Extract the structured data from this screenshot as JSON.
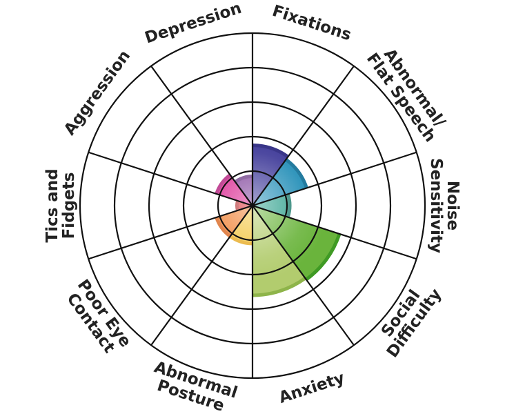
{
  "chart_data": {
    "type": "polar-area",
    "rings": 5,
    "rmax": 5,
    "grid": true,
    "categories": [
      {
        "name": "fixations",
        "lines": [
          "Fixations"
        ],
        "value": 1.7,
        "color": "#3a3596",
        "shade": "#2b2780"
      },
      {
        "name": "abnormal-flat-speech",
        "lines": [
          "Abnormal/",
          "Flat Speech"
        ],
        "value": 1.6,
        "color": "#1d8bb5",
        "shade": "#106f96"
      },
      {
        "name": "noise-sensitivity",
        "lines": [
          "Noise",
          "Sensitivity"
        ],
        "value": 1.03,
        "color": "#2a9e8a",
        "shade": "#1a7a6b"
      },
      {
        "name": "social-difficulty",
        "lines": [
          "Social",
          "Difficulty"
        ],
        "value": 2.6,
        "color": "#6ab43c",
        "shade": "#3f9a24"
      },
      {
        "name": "anxiety",
        "lines": [
          "Anxiety"
        ],
        "value": 2.55,
        "color": "#b2cc6e",
        "shade": "#8eb44a"
      },
      {
        "name": "abnormal-posture",
        "lines": [
          "Abnormal",
          "Posture"
        ],
        "value": 1.05,
        "color": "#f1c43a",
        "shade": "#e6a81d"
      },
      {
        "name": "poor-eye-contact",
        "lines": [
          "Poor Eye",
          "Contact"
        ],
        "value": 1.05,
        "color": "#ee7d2d",
        "shade": "#d8621a"
      },
      {
        "name": "tics-and-fidgets",
        "lines": [
          "Tics and",
          "Fidgets"
        ],
        "value": 0.4,
        "color": "#d9262c",
        "shade": "#b01e20"
      },
      {
        "name": "aggression",
        "lines": [
          "Aggression"
        ],
        "value": 1.05,
        "color": "#d81e8c",
        "shade": "#b01578"
      },
      {
        "name": "depression",
        "lines": [
          "Depression"
        ],
        "value": 0.8,
        "color": "#7b3c97",
        "shade": "#5e2a7a"
      }
    ]
  }
}
